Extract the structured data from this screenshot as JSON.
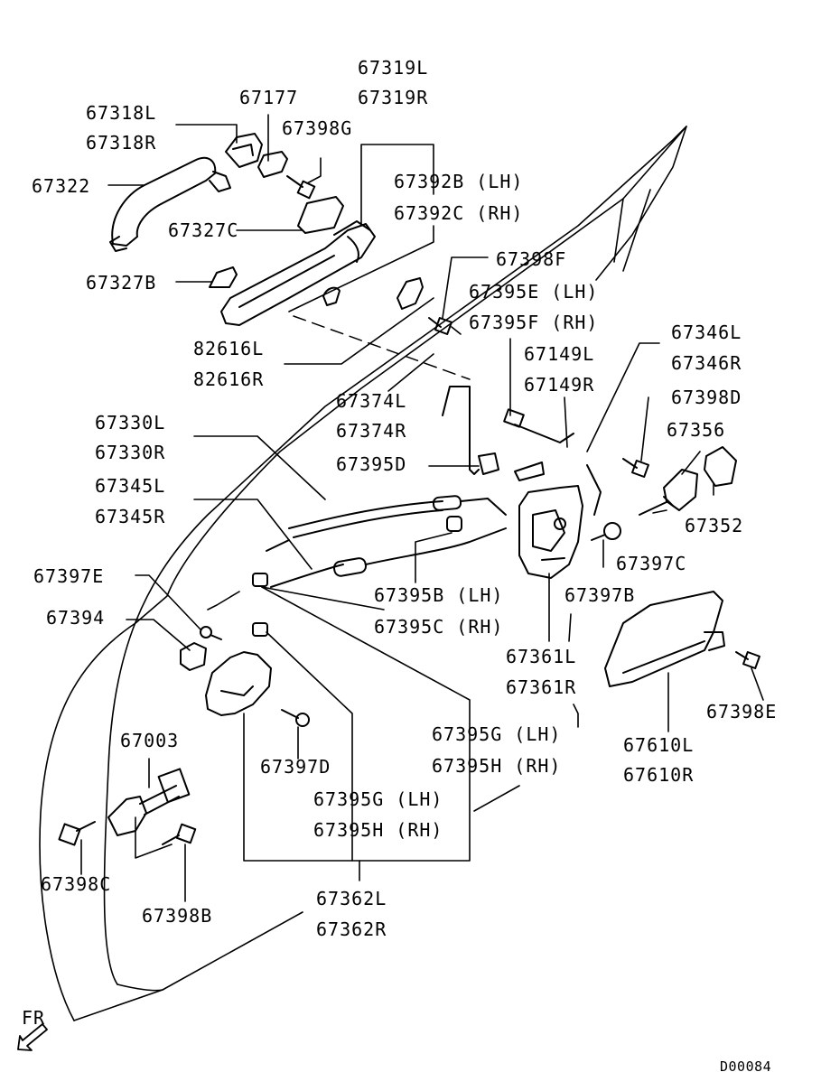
{
  "diagram": {
    "labels": {
      "p67319L": "67319L",
      "p67319R": "67319R",
      "p67318L": "67318L",
      "p67318R": "67318R",
      "p67177": "67177",
      "p67398G": "67398G",
      "p67322": "67322",
      "p67392B": "67392B (LH)",
      "p67392C": "67392C (RH)",
      "p67327C": "67327C",
      "p67327B": "67327B",
      "p67398F": "67398F",
      "p67395E": "67395E (LH)",
      "p67395F": "67395F (RH)",
      "p82616L": "82616L",
      "p82616R": "82616R",
      "p67346L": "67346L",
      "p67346R": "67346R",
      "p67149L": "67149L",
      "p67149R": "67149R",
      "p67374L": "67374L",
      "p67374R": "67374R",
      "p67398D": "67398D",
      "p67356": "67356",
      "p67330L": "67330L",
      "p67330R": "67330R",
      "p67395D": "67395D",
      "p67345L": "67345L",
      "p67345R": "67345R",
      "p67352": "67352",
      "p67397C": "67397C",
      "p67397E": "67397E",
      "p67395B": "67395B (LH)",
      "p67395C": "67395C (RH)",
      "p67397B": "67397B",
      "p67394": "67394",
      "p67361L": "67361L",
      "p67361R": "67361R",
      "p67398E": "67398E",
      "p67003": "67003",
      "p67610L": "67610L",
      "p67610R": "67610R",
      "p67395G_a": "67395G (LH)",
      "p67395H_a": "67395H (RH)",
      "p67397D": "67397D",
      "p67395G_b": "67395G (LH)",
      "p67395H_b": "67395H (RH)",
      "p67398C": "67398C",
      "p67398B": "67398B",
      "p67362L": "67362L",
      "p67362R": "67362R",
      "fr": "FR",
      "code": "D00084"
    }
  }
}
